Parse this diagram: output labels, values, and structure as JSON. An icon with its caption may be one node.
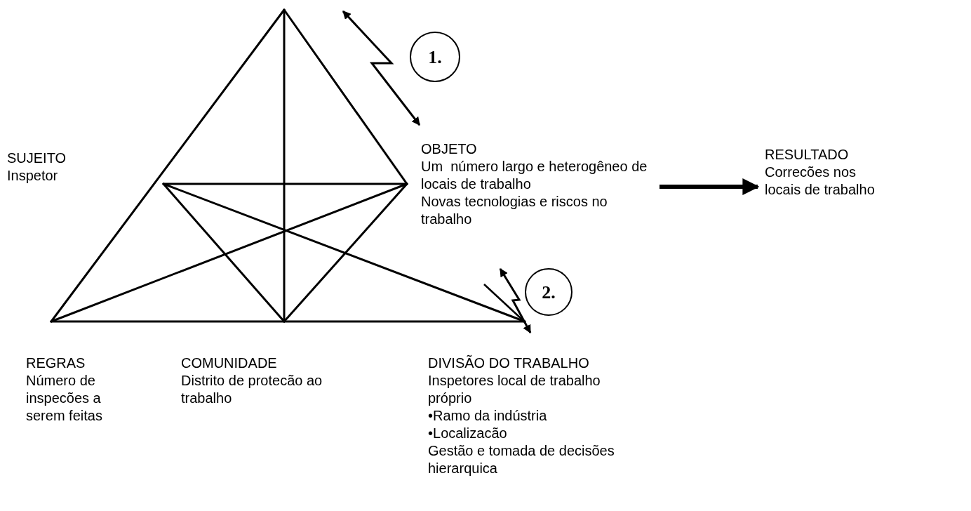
{
  "diagram": {
    "nodes": [
      {
        "text": [
          "SUJEITO",
          "Inspetor"
        ]
      },
      {
        "text": [
          "OBJETO",
          "Um  número largo e heterogêneo de locais de trabalho",
          "Novas tecnologias e riscos no trabalho"
        ]
      },
      {
        "text": [
          "RESULTADO",
          "Correcões nos locais de trabalho"
        ]
      },
      {
        "text": [
          "REGRAS",
          "Número de inspecões a serem feitas"
        ]
      },
      {
        "text": [
          "COMUNIDADE",
          "Distrito de protecão ao trabalho"
        ]
      },
      {
        "text": [
          "DIVISÃO DO TRABALHO",
          "Inspetores local de trabalho próprio",
          "•Ramo da indústria",
          "•Localizacão",
          "Gestão e tomada de decisões hierarquica"
        ]
      },
      {
        "text": [
          "1."
        ]
      },
      {
        "text": [
          "2."
        ]
      }
    ],
    "edges": [
      {
        "from": 1,
        "to": 2,
        "arrow": "to"
      }
    ]
  }
}
